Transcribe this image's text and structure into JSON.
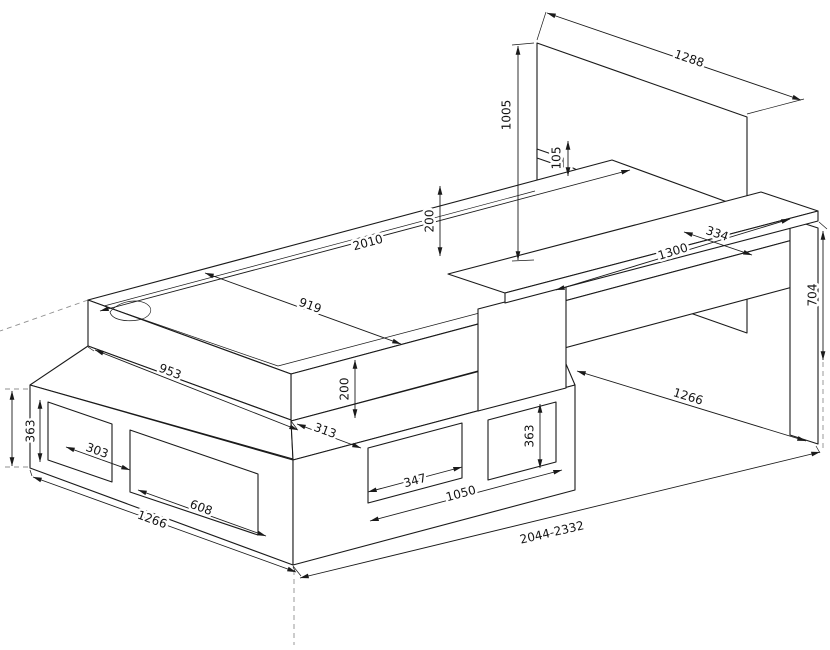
{
  "diagram": {
    "background": "#ffffff",
    "line_color": "#1a1a1a",
    "construction_line_color": "#8f8f8f",
    "dims": {
      "headboard_width": "1288",
      "headboard_height": "1005",
      "hook_drop": "105",
      "bed_inner_length": "2010",
      "bed_inner_width": "919",
      "bed_end_width": "953",
      "rail_depth": "200",
      "frame_front_height": "200",
      "ledge_depth": "313",
      "desk_length": "1300",
      "desk_depth": "334",
      "desk_height": "704",
      "desk_underside_width": "1266",
      "cubby_left_height": "363",
      "cubby_left_small_width": "303",
      "cubby_left_large_width": "608",
      "cubby_front_width": "347",
      "cubby_front_height": "363",
      "cubby_front_span": "1050",
      "base_end_width": "1266",
      "total_length": "2044-2332"
    }
  }
}
